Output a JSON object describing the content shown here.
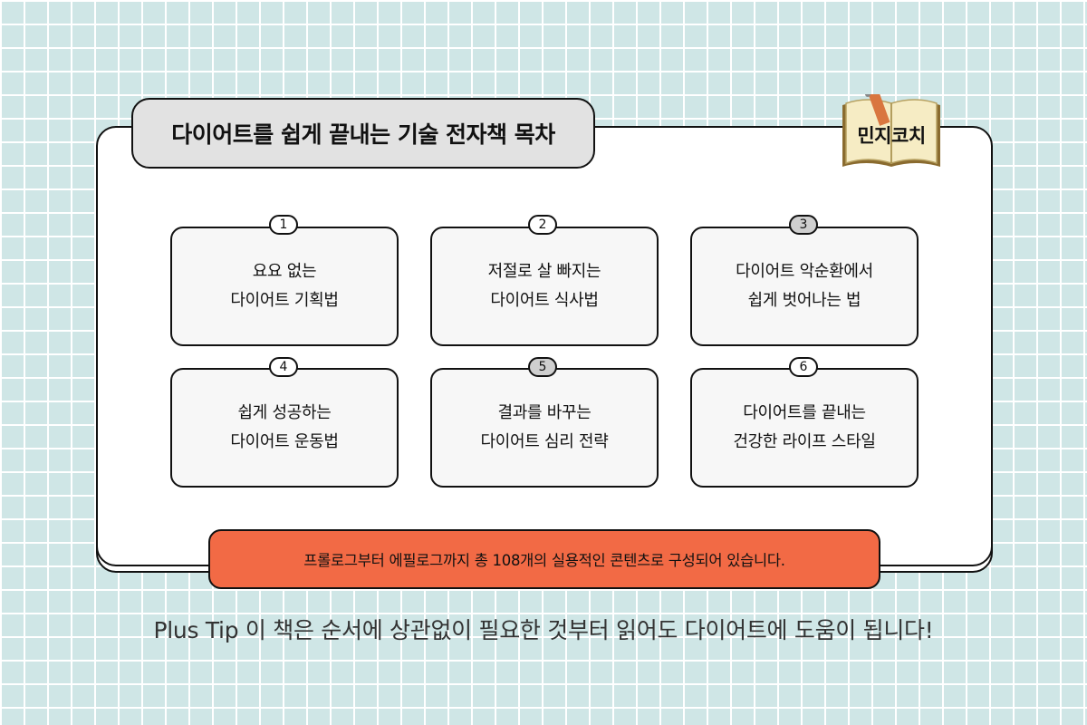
{
  "title": "다이어트를 쉽게 끝내는 기술 전자책 목차",
  "badge": {
    "label": "민지코치",
    "icon": "notebook-icon"
  },
  "items": [
    {
      "number": "1",
      "line1": "요요 없는",
      "line2": "다이어트 기획법"
    },
    {
      "number": "2",
      "line1": "저절로 살 빠지는",
      "line2": "다이어트 식사법"
    },
    {
      "number": "3",
      "line1": "다이어트 악순환에서",
      "line2": "쉽게 벗어나는 법"
    },
    {
      "number": "4",
      "line1": "쉽게 성공하는",
      "line2": "다이어트 운동법"
    },
    {
      "number": "5",
      "line1": "결과를 바꾸는",
      "line2": "다이어트 심리 전략"
    },
    {
      "number": "6",
      "line1": "다이어트를 끝내는",
      "line2": "건강한 라이프 스타일"
    }
  ],
  "banner": "프롤로그부터 에필로그까지 총 108개의 실용적인 콘텐츠로 구성되어 있습니다.",
  "tip": "Plus Tip 이 책은 순서에 상관없이 필요한 것부터 읽어도 다이어트에 도움이 됩니다!",
  "colors": {
    "background": "#cfe6e6",
    "banner": "#f26a45",
    "title_tab": "#e2e2e2"
  }
}
